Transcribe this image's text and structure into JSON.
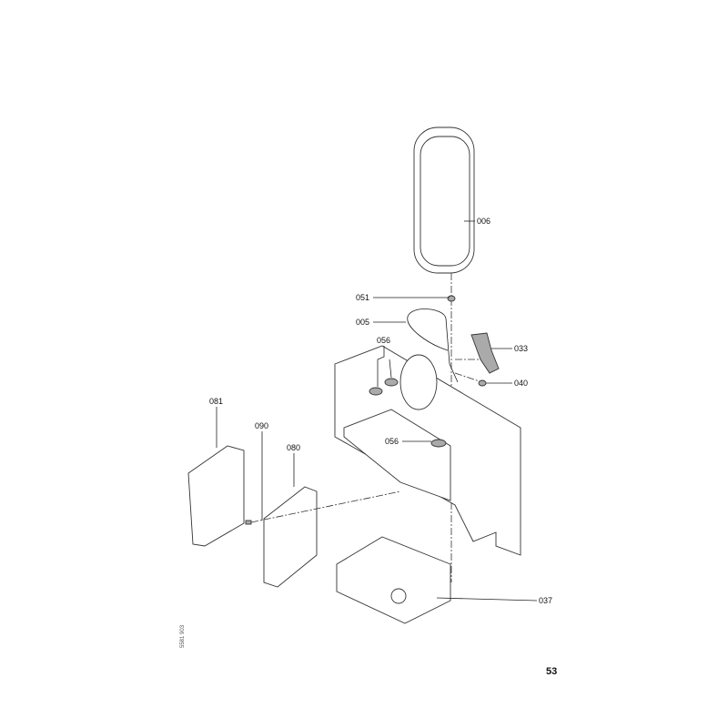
{
  "labels": {
    "tank": "006",
    "nut": "051",
    "hose": "005",
    "elbow": "033",
    "grommet_top": "056",
    "clip": "040",
    "side_panel": "081",
    "seal": "090",
    "control_box": "080",
    "grommet_bottom": "056",
    "gas_unit": "037"
  },
  "page_number": "53",
  "drawing_code": "5581 903"
}
